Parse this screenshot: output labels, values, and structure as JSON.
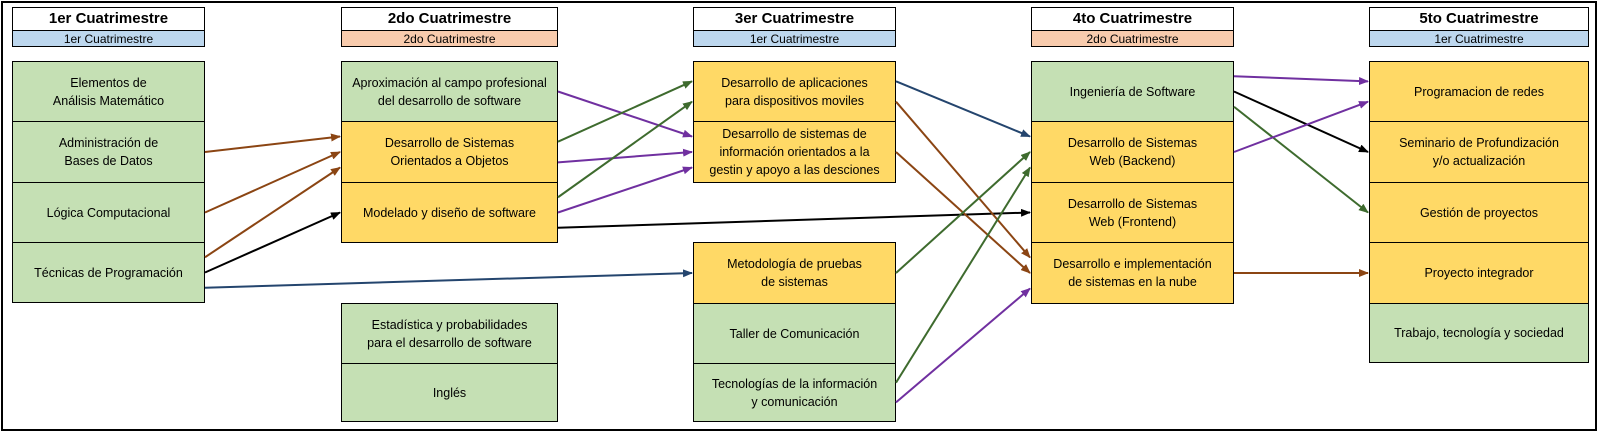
{
  "columns": [
    {
      "title": "1er Cuatrimestre",
      "sub": "1er Cuatrimestre"
    },
    {
      "title": "2do Cuatrimestre",
      "sub": "2do Cuatrimestre"
    },
    {
      "title": "3er Cuatrimestre",
      "sub": "1er Cuatrimestre"
    },
    {
      "title": "4to Cuatrimestre",
      "sub": "2do Cuatrimestre"
    },
    {
      "title": "5to Cuatrimestre",
      "sub": "1er Cuatrimestre"
    }
  ],
  "subjects": {
    "c1_analisis": "Elementos de\nAnálisis Matemático",
    "c1_bases": "Administración de\nBases de Datos",
    "c1_logica": "Lógica Computacional",
    "c1_tecnicas": "Técnicas de Programación",
    "c2_aproximacion": "Aproximación al campo profesional\ndel desarrollo de software",
    "c2_sistemas_oo": "Desarrollo de Sistemas\nOrientados a Objetos",
    "c2_modelado": "Modelado y diseño de software",
    "c2_estadistica": "Estadística y probabilidades\npara el desarrollo de software",
    "c2_ingles": "Inglés",
    "c3_moviles": "Desarrollo de aplicaciones\npara dispositivos moviles",
    "c3_sistemas_info": "Desarrollo de sistemas de\ninformación orientados a la\ngestin y apoyo a las desciones",
    "c3_pruebas": "Metodología de pruebas\nde sistemas",
    "c3_taller": "Taller de Comunicación",
    "c3_tecnologias": "Tecnologías de la información\ny comunicación",
    "c4_ingenieria": "Ingeniería de Software",
    "c4_backend": "Desarrollo de Sistemas\nWeb (Backend)",
    "c4_frontend": "Desarrollo de Sistemas\nWeb (Frontend)",
    "c4_nube": "Desarrollo e implementación\nde sistemas en la nube",
    "c5_redes": "Programacion de redes",
    "c5_seminario": "Seminario de Profundización\ny/o actualización",
    "c5_gestion": "Gestión de proyectos",
    "c5_integrador": "Proyecto integrador",
    "c5_trabajo": "Trabajo, tecnología y sociedad"
  },
  "colors": {
    "green_box": "#c5e0b4",
    "yellow_box": "#ffd966",
    "sub_blue": "#bdd7ee",
    "sub_peach": "#f8cbad",
    "arrow_brown": "#8b4513",
    "arrow_purple": "#7030a0",
    "arrow_green": "#3e6b2e",
    "arrow_navy": "#24456e",
    "arrow_black": "#000000"
  },
  "connections": [
    {
      "from": "c1_bases",
      "to": "c2_sistemas_oo",
      "color": "brown"
    },
    {
      "from": "c1_logica",
      "to": "c2_sistemas_oo",
      "color": "brown"
    },
    {
      "from": "c1_tecnicas",
      "to": "c2_sistemas_oo",
      "color": "brown"
    },
    {
      "from": "c1_tecnicas",
      "to": "c2_modelado",
      "color": "black"
    },
    {
      "from": "c1_tecnicas",
      "to": "c3_pruebas",
      "color": "navy"
    },
    {
      "from": "c2_aproximacion",
      "to": "c3_sistemas_info",
      "color": "purple"
    },
    {
      "from": "c2_sistemas_oo",
      "to": "c3_moviles",
      "color": "green"
    },
    {
      "from": "c2_sistemas_oo",
      "to": "c3_sistemas_info",
      "color": "purple"
    },
    {
      "from": "c2_modelado",
      "to": "c3_moviles",
      "color": "green"
    },
    {
      "from": "c2_modelado",
      "to": "c3_sistemas_info",
      "color": "purple"
    },
    {
      "from": "c2_modelado",
      "to": "c4_frontend",
      "color": "black"
    },
    {
      "from": "c3_moviles",
      "to": "c4_backend",
      "color": "navy"
    },
    {
      "from": "c3_moviles",
      "to": "c4_nube",
      "color": "brown"
    },
    {
      "from": "c3_sistemas_info",
      "to": "c4_nube",
      "color": "brown"
    },
    {
      "from": "c3_pruebas",
      "to": "c4_backend",
      "color": "green"
    },
    {
      "from": "c3_tecnologias",
      "to": "c4_backend",
      "color": "green"
    },
    {
      "from": "c3_tecnologias",
      "to": "c4_nube",
      "color": "purple"
    },
    {
      "from": "c4_ingenieria",
      "to": "c5_redes",
      "color": "purple"
    },
    {
      "from": "c4_ingenieria",
      "to": "c5_seminario",
      "color": "black"
    },
    {
      "from": "c4_ingenieria",
      "to": "c5_gestion",
      "color": "green"
    },
    {
      "from": "c4_backend",
      "to": "c5_redes",
      "color": "purple"
    },
    {
      "from": "c4_nube",
      "to": "c5_integrador",
      "color": "brown"
    }
  ]
}
